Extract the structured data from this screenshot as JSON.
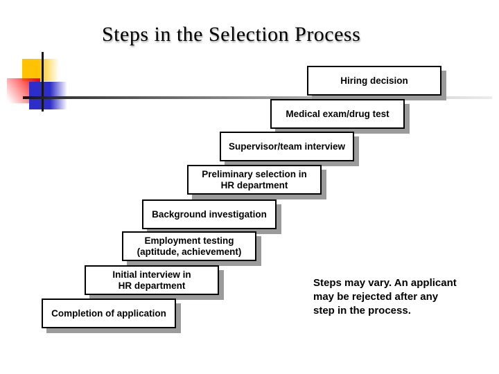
{
  "slide": {
    "title": "Steps in the Selection Process"
  },
  "steps": [
    {
      "lines": [
        "Hiring decision"
      ]
    },
    {
      "lines": [
        "Medical exam/drug test"
      ]
    },
    {
      "lines": [
        "Supervisor/team interview"
      ]
    },
    {
      "lines": [
        "Preliminary selection in",
        "HR department"
      ]
    },
    {
      "lines": [
        "Background investigation"
      ]
    },
    {
      "lines": [
        "Employment testing",
        "(aptitude, achievement)"
      ]
    },
    {
      "lines": [
        "Initial interview in",
        "HR department"
      ]
    },
    {
      "lines": [
        "Completion of application"
      ]
    }
  ],
  "note": {
    "lines": [
      "Steps may vary. An applicant",
      "may be rejected after any",
      "step in the process."
    ]
  },
  "colors": {
    "decoration_yellow": "#ffc303",
    "decoration_red": "#ee0c0c",
    "decoration_blue": "#2d2dc9",
    "box_shadow_gray": "#9b9b9b",
    "box_border": "#000000",
    "box_background": "#ffffff",
    "slide_background": "#ffffff"
  }
}
